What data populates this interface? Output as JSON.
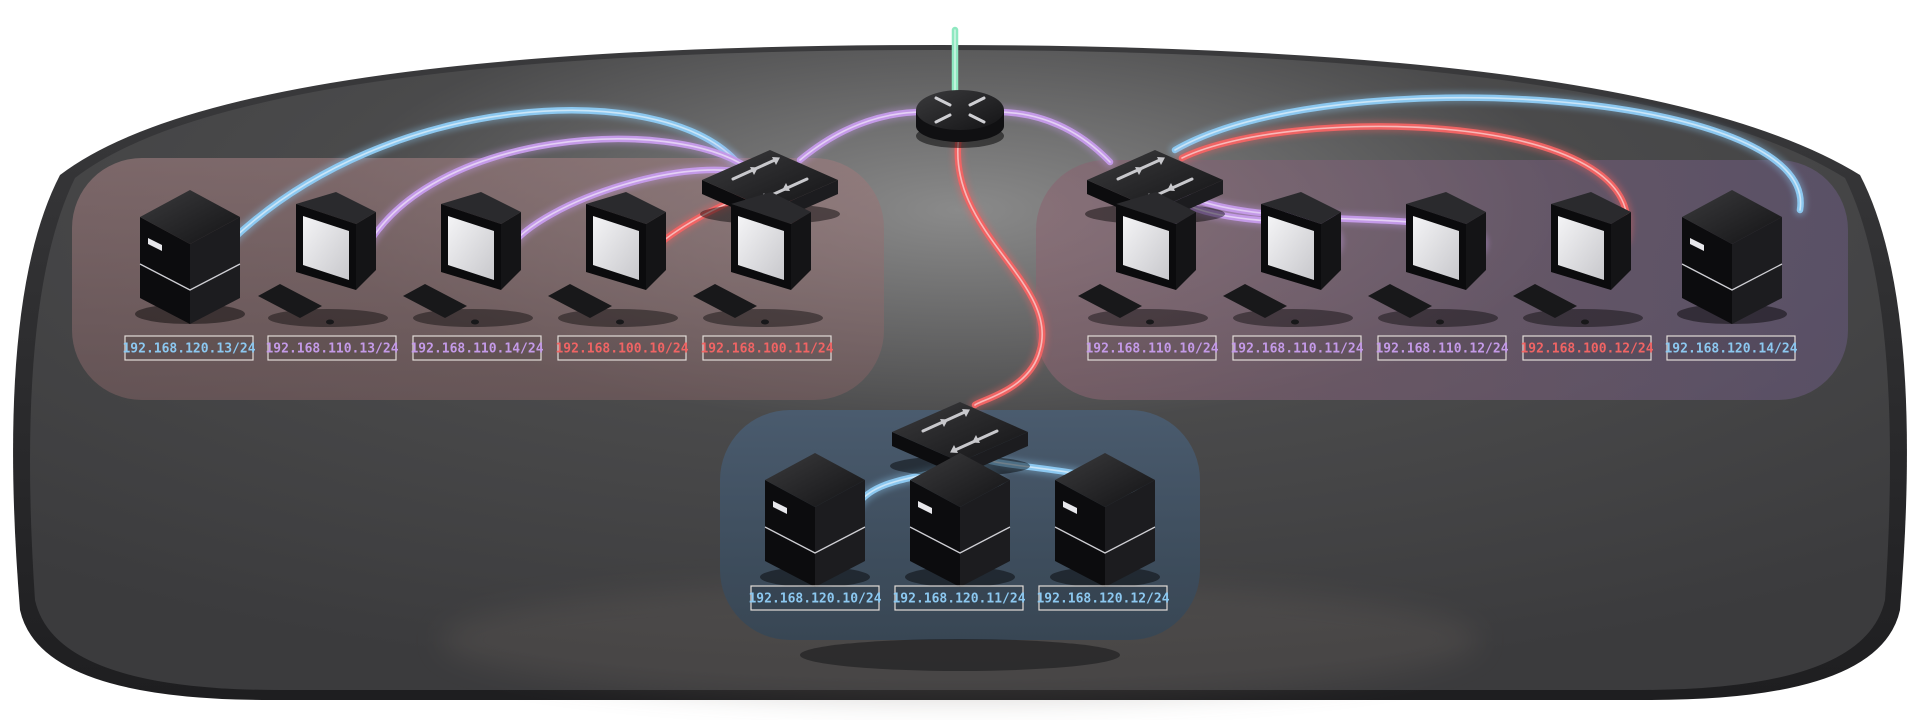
{
  "colors": {
    "blue": "#8cc8f0",
    "purple": "#c49ae8",
    "red": "#f06464",
    "green": "#8ee8c0"
  },
  "nodes": {
    "left_server": {
      "ip": "192.168.120.13/24",
      "color": "blue"
    },
    "left_pc_1": {
      "ip": "192.168.110.13/24",
      "color": "purple"
    },
    "left_pc_2": {
      "ip": "192.168.110.14/24",
      "color": "purple"
    },
    "left_pc_3": {
      "ip": "192.168.100.10/24",
      "color": "red"
    },
    "left_pc_4": {
      "ip": "192.168.100.11/24",
      "color": "red"
    },
    "right_pc_1": {
      "ip": "192.168.110.10/24",
      "color": "purple"
    },
    "right_pc_2": {
      "ip": "192.168.110.11/24",
      "color": "purple"
    },
    "right_pc_3": {
      "ip": "192.168.110.12/24",
      "color": "purple"
    },
    "right_pc_4": {
      "ip": "192.168.100.12/24",
      "color": "red"
    },
    "right_server": {
      "ip": "192.168.120.14/24",
      "color": "blue"
    },
    "bottom_server_1": {
      "ip": "192.168.120.10/24",
      "color": "blue"
    },
    "bottom_server_2": {
      "ip": "192.168.120.11/24",
      "color": "blue"
    },
    "bottom_server_3": {
      "ip": "192.168.120.12/24",
      "color": "blue"
    }
  },
  "devices": {
    "router": "router-icon",
    "switches": [
      "left-switch",
      "right-switch",
      "bottom-switch"
    ]
  }
}
